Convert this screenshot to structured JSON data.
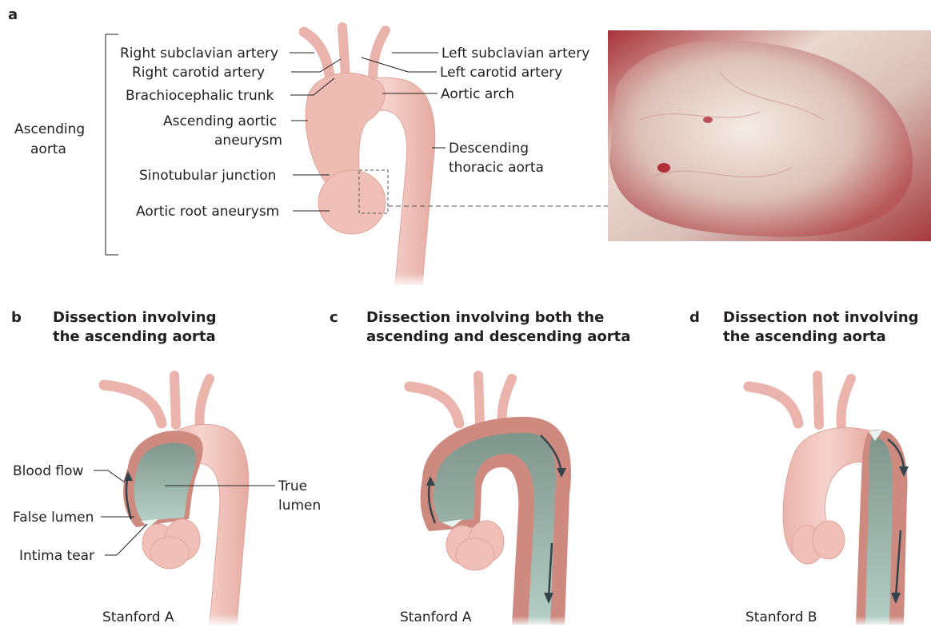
{
  "panel_a": {
    "letter": "a",
    "bracket_label_line1": "Ascending",
    "bracket_label_line2": "aorta",
    "labels": {
      "right_subclavian": "Right subclavian artery",
      "right_carotid": "Right carotid artery",
      "brachiocephalic": "Brachiocephalic trunk",
      "asc_aneurysm_1": "Ascending aortic",
      "asc_aneurysm_2": "aneurysm",
      "sinotubular": "Sinotubular junction",
      "root_aneurysm": "Aortic root aneurysm",
      "left_subclavian": "Left subclavian artery",
      "left_carotid": "Left carotid artery",
      "aortic_arch": "Aortic arch",
      "descending_1": "Descending",
      "descending_2": "thoracic aorta"
    }
  },
  "panel_b": {
    "letter": "b",
    "title_1": "Dissection involving",
    "title_2": "the ascending aorta",
    "labels": {
      "blood_flow": "Blood flow",
      "false_lumen": "False lumen",
      "intima_tear": "Intima tear",
      "true_lumen_1": "True",
      "true_lumen_2": "lumen"
    },
    "classification": "Stanford A"
  },
  "panel_c": {
    "letter": "c",
    "title_1": "Dissection involving both the",
    "title_2": "ascending and descending aorta",
    "classification": "Stanford A"
  },
  "panel_d": {
    "letter": "d",
    "title_1": "Dissection not involving",
    "title_2": "the ascending aorta",
    "classification": "Stanford B"
  },
  "colors": {
    "aorta_fill": "#f2c6bf",
    "aorta_shade": "#e2a79e",
    "false_lumen": "#cf8a80",
    "true_lumen": "#8fa69c",
    "tear": "#e8f4ef",
    "arrow": "#34444c"
  }
}
